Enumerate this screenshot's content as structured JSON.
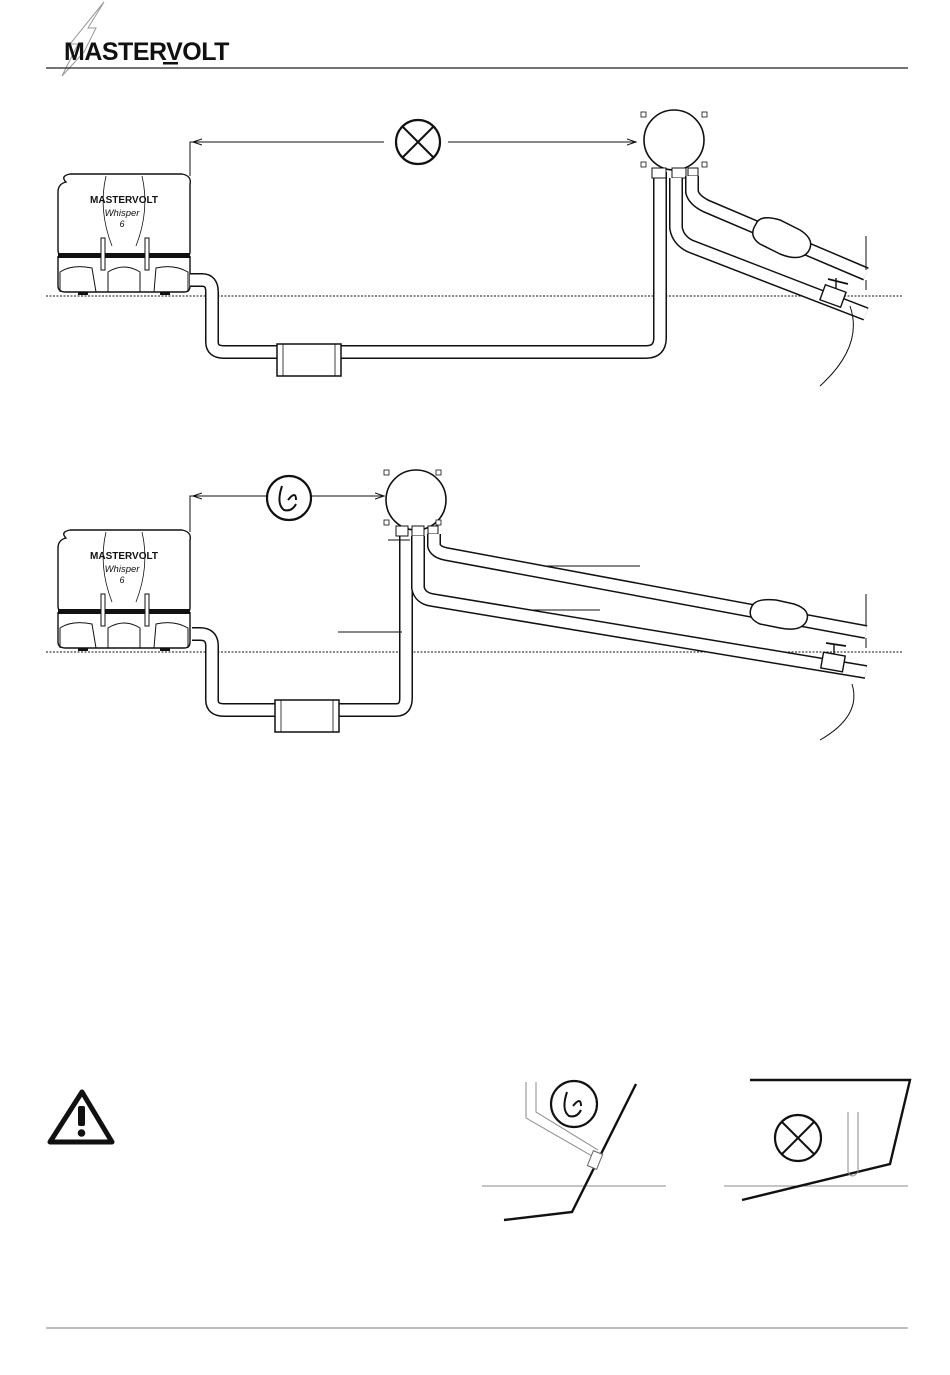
{
  "header": {
    "brand": "MASTERVOLT"
  },
  "generator": {
    "brand": "MASTERVOLT",
    "model_name": "Whisper",
    "model_number": "6"
  },
  "symbols": {
    "wrong": "cross-circle-icon",
    "correct": "check-circle-icon",
    "warning": "warning-triangle-icon"
  },
  "colors": {
    "ink": "#111111",
    "rule": "#222222",
    "footer_rule": "#999999"
  }
}
